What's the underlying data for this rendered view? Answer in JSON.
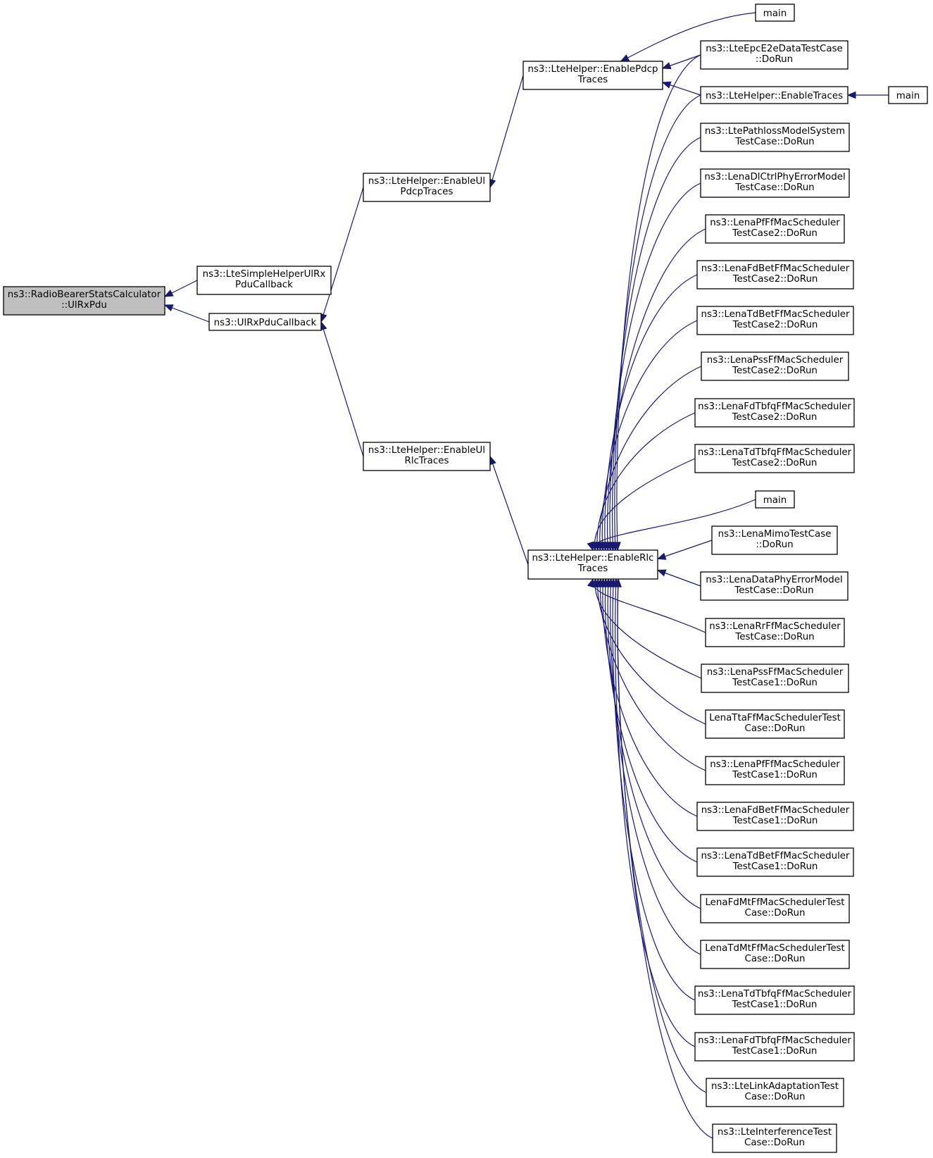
{
  "colors": {
    "node_fill": "#ffffff",
    "root_fill": "#bfbfbf",
    "node_border": "#000000",
    "edge": "#191970"
  },
  "nodes": [
    {
      "id": "root",
      "lines": [
        "ns3::RadioBearerStatsCalculator",
        "::UlRxPdu"
      ],
      "highlighted": true
    },
    {
      "id": "simple",
      "lines": [
        "ns3::LteSimpleHelperUlRx",
        "PduCallback"
      ]
    },
    {
      "id": "ulrxcb",
      "lines": [
        "ns3::UlRxPduCallback"
      ]
    },
    {
      "id": "ulpdcp",
      "lines": [
        "ns3::LteHelper::EnableUl",
        "PdcpTraces"
      ]
    },
    {
      "id": "ulrlc",
      "lines": [
        "ns3::LteHelper::EnableUl",
        "RlcTraces"
      ]
    },
    {
      "id": "pdcp",
      "lines": [
        "ns3::LteHelper::EnablePdcp",
        "Traces"
      ]
    },
    {
      "id": "rlc",
      "lines": [
        "ns3::LteHelper::EnableRlc",
        "Traces"
      ]
    },
    {
      "id": "main1",
      "lines": [
        "main"
      ]
    },
    {
      "id": "epc",
      "lines": [
        "ns3::LteEpcE2eDataTestCase",
        "::DoRun"
      ]
    },
    {
      "id": "enabletraces",
      "lines": [
        "ns3::LteHelper::EnableTraces"
      ]
    },
    {
      "id": "main2",
      "lines": [
        "main"
      ]
    },
    {
      "id": "pathloss",
      "lines": [
        "ns3::LtePathlossModelSystem",
        "TestCase::DoRun"
      ]
    },
    {
      "id": "dlctrl",
      "lines": [
        "ns3::LenaDlCtrlPhyErrorModel",
        "TestCase::DoRun"
      ]
    },
    {
      "id": "pf2",
      "lines": [
        "ns3::LenaPfFfMacScheduler",
        "TestCase2::DoRun"
      ]
    },
    {
      "id": "fdbet2",
      "lines": [
        "ns3::LenaFdBetFfMacScheduler",
        "TestCase2::DoRun"
      ]
    },
    {
      "id": "tdbet2",
      "lines": [
        "ns3::LenaTdBetFfMacScheduler",
        "TestCase2::DoRun"
      ]
    },
    {
      "id": "pss2",
      "lines": [
        "ns3::LenaPssFfMacScheduler",
        "TestCase2::DoRun"
      ]
    },
    {
      "id": "fdtbfq2",
      "lines": [
        "ns3::LenaFdTbfqFfMacScheduler",
        "TestCase2::DoRun"
      ]
    },
    {
      "id": "tdtbfq2",
      "lines": [
        "ns3::LenaTdTbfqFfMacScheduler",
        "TestCase2::DoRun"
      ]
    },
    {
      "id": "main3",
      "lines": [
        "main"
      ]
    },
    {
      "id": "mimo",
      "lines": [
        "ns3::LenaMimoTestCase",
        "::DoRun"
      ]
    },
    {
      "id": "dataphy",
      "lines": [
        "ns3::LenaDataPhyErrorModel",
        "TestCase::DoRun"
      ]
    },
    {
      "id": "rr",
      "lines": [
        "ns3::LenaRrFfMacScheduler",
        "TestCase::DoRun"
      ]
    },
    {
      "id": "pss1",
      "lines": [
        "ns3::LenaPssFfMacScheduler",
        "TestCase1::DoRun"
      ]
    },
    {
      "id": "tta",
      "lines": [
        "LenaTtaFfMacSchedulerTest",
        "Case::DoRun"
      ]
    },
    {
      "id": "pf1",
      "lines": [
        "ns3::LenaPfFfMacScheduler",
        "TestCase1::DoRun"
      ]
    },
    {
      "id": "fdbet1",
      "lines": [
        "ns3::LenaFdBetFfMacScheduler",
        "TestCase1::DoRun"
      ]
    },
    {
      "id": "tdbet1",
      "lines": [
        "ns3::LenaTdBetFfMacScheduler",
        "TestCase1::DoRun"
      ]
    },
    {
      "id": "fdmt",
      "lines": [
        "LenaFdMtFfMacSchedulerTest",
        "Case::DoRun"
      ]
    },
    {
      "id": "tdmt",
      "lines": [
        "LenaTdMtFfMacSchedulerTest",
        "Case::DoRun"
      ]
    },
    {
      "id": "tdtbfq1",
      "lines": [
        "ns3::LenaTdTbfqFfMacScheduler",
        "TestCase1::DoRun"
      ]
    },
    {
      "id": "fdtbfq1",
      "lines": [
        "ns3::LenaFdTbfqFfMacScheduler",
        "TestCase1::DoRun"
      ]
    },
    {
      "id": "linkadapt",
      "lines": [
        "ns3::LteLinkAdaptationTest",
        "Case::DoRun"
      ]
    },
    {
      "id": "interference",
      "lines": [
        "ns3::LteInterferenceTest",
        "Case::DoRun"
      ]
    }
  ],
  "edges": [
    {
      "from": "simple",
      "to": "root"
    },
    {
      "from": "ulrxcb",
      "to": "root"
    },
    {
      "from": "ulpdcp",
      "to": "ulrxcb"
    },
    {
      "from": "ulrlc",
      "to": "ulrxcb"
    },
    {
      "from": "pdcp",
      "to": "ulpdcp"
    },
    {
      "from": "rlc",
      "to": "ulrlc"
    },
    {
      "from": "main1",
      "to": "pdcp"
    },
    {
      "from": "epc",
      "to": "pdcp"
    },
    {
      "from": "enabletraces",
      "to": "pdcp"
    },
    {
      "from": "main2",
      "to": "enabletraces"
    },
    {
      "from": "epc",
      "to": "rlc"
    },
    {
      "from": "enabletraces",
      "to": "rlc"
    },
    {
      "from": "pathloss",
      "to": "rlc"
    },
    {
      "from": "dlctrl",
      "to": "rlc"
    },
    {
      "from": "pf2",
      "to": "rlc"
    },
    {
      "from": "fdbet2",
      "to": "rlc"
    },
    {
      "from": "tdbet2",
      "to": "rlc"
    },
    {
      "from": "pss2",
      "to": "rlc"
    },
    {
      "from": "fdtbfq2",
      "to": "rlc"
    },
    {
      "from": "tdtbfq2",
      "to": "rlc"
    },
    {
      "from": "main3",
      "to": "rlc"
    },
    {
      "from": "mimo",
      "to": "rlc"
    },
    {
      "from": "dataphy",
      "to": "rlc"
    },
    {
      "from": "rr",
      "to": "rlc"
    },
    {
      "from": "pss1",
      "to": "rlc"
    },
    {
      "from": "tta",
      "to": "rlc"
    },
    {
      "from": "pf1",
      "to": "rlc"
    },
    {
      "from": "fdbet1",
      "to": "rlc"
    },
    {
      "from": "tdbet1",
      "to": "rlc"
    },
    {
      "from": "fdmt",
      "to": "rlc"
    },
    {
      "from": "tdmt",
      "to": "rlc"
    },
    {
      "from": "tdtbfq1",
      "to": "rlc"
    },
    {
      "from": "fdtbfq1",
      "to": "rlc"
    },
    {
      "from": "linkadapt",
      "to": "rlc"
    },
    {
      "from": "interference",
      "to": "rlc"
    }
  ]
}
